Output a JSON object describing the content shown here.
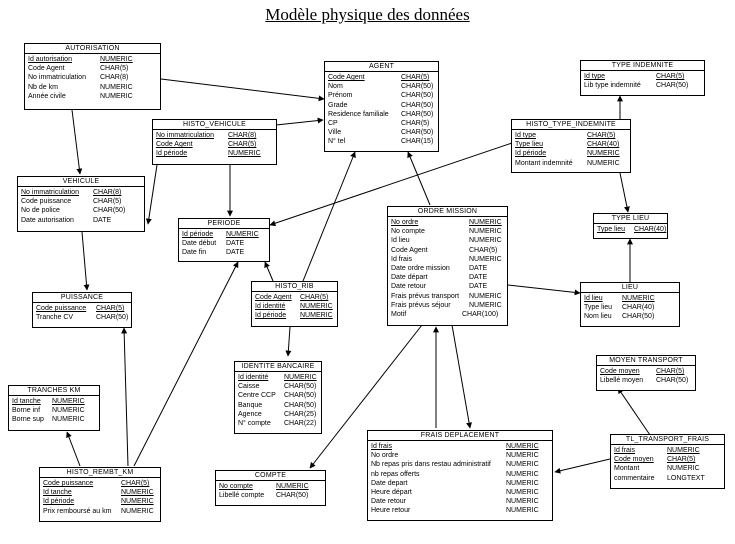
{
  "title": "Modèle physique des données",
  "entities": {
    "autorisation": {
      "name": "AUTORISATION",
      "fields": [
        {
          "n": "Id autorisation",
          "t": "NUMERIC",
          "k": true
        },
        {
          "n": "Code Agent",
          "t": "CHAR(5)"
        },
        {
          "n": "No immatriculation",
          "t": "CHAR(8)"
        },
        {
          "n": "Nb de km",
          "t": "NUMERIC"
        },
        {
          "n": "Année civile",
          "t": "NUMERIC"
        }
      ]
    },
    "agent": {
      "name": "AGENT",
      "fields": [
        {
          "n": "Code Agent",
          "t": "CHAR(5)",
          "k": true
        },
        {
          "n": "Nom",
          "t": "CHAR(50)"
        },
        {
          "n": "Prénom",
          "t": "CHAR(50)"
        },
        {
          "n": "Grade",
          "t": "CHAR(50)"
        },
        {
          "n": "Residence familiale",
          "t": "CHAR(50)"
        },
        {
          "n": "CP",
          "t": "CHAR(5)"
        },
        {
          "n": "Ville",
          "t": "CHAR(50)"
        },
        {
          "n": "N° tel",
          "t": "CHAR(15)"
        }
      ]
    },
    "type_indemnite": {
      "name": "TYPE INDEMNITE",
      "fields": [
        {
          "n": "Id type",
          "t": "CHAR(5)",
          "k": true
        },
        {
          "n": "Lib type indemnité",
          "t": "CHAR(50)"
        }
      ]
    },
    "histo_vehicule": {
      "name": "HISTO_VEHICULE",
      "fields": [
        {
          "n": "No immatriculation",
          "t": "CHAR(8)",
          "k": true
        },
        {
          "n": "Code Agent",
          "t": "CHAR(5)",
          "k": true
        },
        {
          "n": "Id période",
          "t": "NUMERIC",
          "k": true
        }
      ]
    },
    "histo_type_indemnite": {
      "name": "HISTO_TYPE_INDEMNITE",
      "fields": [
        {
          "n": "Id type",
          "t": "CHAR(5)",
          "k": true
        },
        {
          "n": "Type lieu",
          "t": "CHAR(40)",
          "k": true
        },
        {
          "n": "Id période",
          "t": "NUMERIC",
          "k": true
        },
        {
          "n": "Montant indemnité",
          "t": "NUMERIC"
        }
      ]
    },
    "vehicule": {
      "name": "VEHICULE",
      "fields": [
        {
          "n": "No immatriculation",
          "t": "CHAR(8)",
          "k": true
        },
        {
          "n": "Code puissance",
          "t": "CHAR(5)"
        },
        {
          "n": "No de police",
          "t": "CHAR(50)"
        },
        {
          "n": "Date autorisation",
          "t": "DATE"
        }
      ]
    },
    "periode": {
      "name": "PERIODE",
      "fields": [
        {
          "n": "Id période",
          "t": "NUMERIC",
          "k": true
        },
        {
          "n": "Date début",
          "t": "DATE"
        },
        {
          "n": "Date fin",
          "t": "DATE"
        }
      ]
    },
    "ordre_mission": {
      "name": "ORDRE MISSION",
      "fields": [
        {
          "n": "No ordre",
          "t": "NUMERIC",
          "k": true
        },
        {
          "n": "No compte",
          "t": "NUMERIC"
        },
        {
          "n": "Id lieu",
          "t": "NUMERIC"
        },
        {
          "n": "Code Agent",
          "t": "CHAR(5)"
        },
        {
          "n": "Id frais",
          "t": "NUMERIC"
        },
        {
          "n": "Date ordre mission",
          "t": "DATE"
        },
        {
          "n": "Date départ",
          "t": "DATE"
        },
        {
          "n": "Date retour",
          "t": "DATE"
        },
        {
          "n": "Frais prévus transport",
          "t": "NUMERIC"
        },
        {
          "n": "Frais prévus séjour",
          "t": "NUMERIC"
        },
        {
          "n": "Motif",
          "t": "CHAR(100)"
        }
      ]
    },
    "type_lieu": {
      "name": "TYPE LIEU",
      "fields": [
        {
          "n": "Type lieu",
          "t": "CHAR(40)",
          "k": true
        }
      ]
    },
    "histo_rib": {
      "name": "HISTO_RIB",
      "fields": [
        {
          "n": "Code Agent",
          "t": "CHAR(5)",
          "k": true
        },
        {
          "n": "Id identité",
          "t": "NUMERIC",
          "k": true
        },
        {
          "n": "Id période",
          "t": "NUMERIC",
          "k": true
        }
      ]
    },
    "puissance": {
      "name": "PUISSANCE",
      "fields": [
        {
          "n": "Code puissance",
          "t": "CHAR(5)",
          "k": true
        },
        {
          "n": "Tranche CV",
          "t": "CHAR(50)"
        }
      ]
    },
    "lieu": {
      "name": "LIEU",
      "fields": [
        {
          "n": "Id lieu",
          "t": "NUMERIC",
          "k": true
        },
        {
          "n": "Type lieu",
          "t": "CHAR(40)"
        },
        {
          "n": "Nom lieu",
          "t": "CHAR(50)"
        }
      ]
    },
    "identite_bancaire": {
      "name": "IDENTITE BANCAIRE",
      "fields": [
        {
          "n": "Id identité",
          "t": "NUMERIC",
          "k": true
        },
        {
          "n": "Caisse",
          "t": "CHAR(50)"
        },
        {
          "n": "Centre CCP",
          "t": "CHAR(50)"
        },
        {
          "n": "Banque",
          "t": "CHAR(50)"
        },
        {
          "n": "Agence",
          "t": "CHAR(25)"
        },
        {
          "n": "N° compte",
          "t": "CHAR(22)"
        }
      ]
    },
    "moyen_transport": {
      "name": "MOYEN TRANSPORT",
      "fields": [
        {
          "n": "Code moyen",
          "t": "CHAR(5)",
          "k": true
        },
        {
          "n": "Libellé moyen",
          "t": "CHAR(50)"
        }
      ]
    },
    "tranches_km": {
      "name": "TRANCHES KM",
      "fields": [
        {
          "n": "Id tanche",
          "t": "NUMERIC",
          "k": true
        },
        {
          "n": "Borne inf",
          "t": "NUMERIC"
        },
        {
          "n": "Borne sup",
          "t": "NUMERIC"
        }
      ]
    },
    "frais_deplacement": {
      "name": "FRAIS DEPLACEMENT",
      "fields": [
        {
          "n": "Id frais",
          "t": "NUMERIC",
          "k": true
        },
        {
          "n": "No ordre",
          "t": "NUMERIC"
        },
        {
          "n": "Nb repas pris dans restau administratif",
          "t": "NUMERIC"
        },
        {
          "n": "nb repas offerts",
          "t": "NUMERIC"
        },
        {
          "n": "Date depart",
          "t": "NUMERIC"
        },
        {
          "n": "Heure départ",
          "t": "NUMERIC"
        },
        {
          "n": "Date retour",
          "t": "NUMERIC"
        },
        {
          "n": "Heure retour",
          "t": "NUMERIC"
        }
      ]
    },
    "tl_transport_frais": {
      "name": "TL_TRANSPORT_FRAIS",
      "fields": [
        {
          "n": "Id frais",
          "t": "NUMERIC",
          "k": true
        },
        {
          "n": "Code moyen",
          "t": "CHAR(5)",
          "k": true
        },
        {
          "n": "Montant",
          "t": "NUMERIC"
        },
        {
          "n": "commentaire",
          "t": "LONGTEXT"
        }
      ]
    },
    "compte": {
      "name": "COMPTE",
      "fields": [
        {
          "n": "No compte",
          "t": "NUMERIC",
          "k": true
        },
        {
          "n": "Libellé compte",
          "t": "CHAR(50)"
        }
      ]
    },
    "histo_rembt_km": {
      "name": "HISTO_REMBT_KM",
      "fields": [
        {
          "n": "Code puissance",
          "t": "CHAR(5)",
          "k": true
        },
        {
          "n": "Id tanche",
          "t": "NUMERIC",
          "k": true
        },
        {
          "n": "Id période",
          "t": "NUMERIC",
          "k": true
        },
        {
          "n": "Prix remboursé au km",
          "t": "NUMERIC"
        }
      ]
    }
  }
}
